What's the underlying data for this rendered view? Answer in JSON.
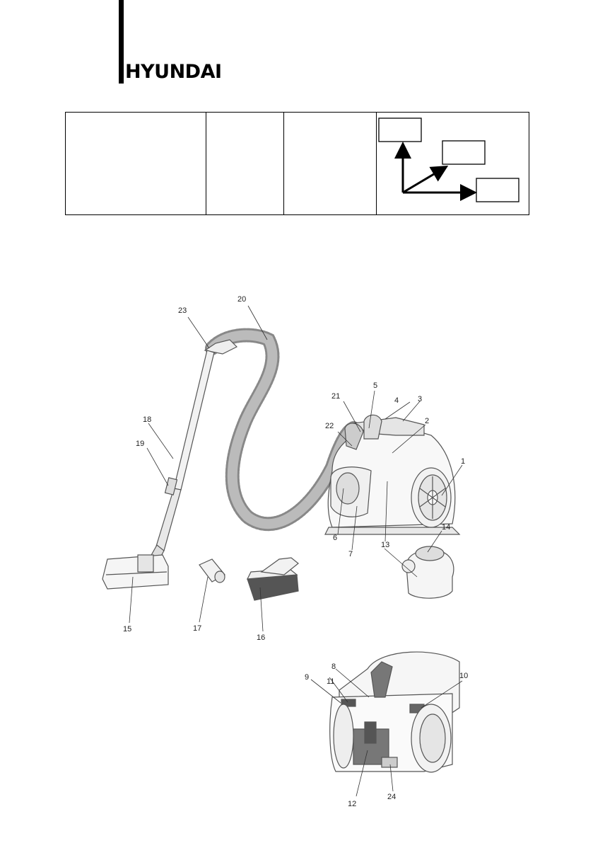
{
  "brand": {
    "logo_text": "HYUNDAI"
  },
  "callouts": [
    {
      "id": "23",
      "label": "23"
    },
    {
      "id": "20",
      "label": "20"
    },
    {
      "id": "5",
      "label": "5"
    },
    {
      "id": "21",
      "label": "21"
    },
    {
      "id": "4",
      "label": "4"
    },
    {
      "id": "3",
      "label": "3"
    },
    {
      "id": "22",
      "label": "22"
    },
    {
      "id": "2",
      "label": "2"
    },
    {
      "id": "18",
      "label": "18"
    },
    {
      "id": "19",
      "label": "19"
    },
    {
      "id": "1",
      "label": "1"
    },
    {
      "id": "14",
      "label": "14"
    },
    {
      "id": "6",
      "label": "6"
    },
    {
      "id": "7",
      "label": "7"
    },
    {
      "id": "13",
      "label": "13"
    },
    {
      "id": "15",
      "label": "15"
    },
    {
      "id": "17",
      "label": "17"
    },
    {
      "id": "16",
      "label": "16"
    },
    {
      "id": "8",
      "label": "8"
    },
    {
      "id": "9",
      "label": "9"
    },
    {
      "id": "11",
      "label": "11"
    },
    {
      "id": "10",
      "label": "10"
    },
    {
      "id": "12",
      "label": "12"
    },
    {
      "id": "24",
      "label": "24"
    }
  ]
}
